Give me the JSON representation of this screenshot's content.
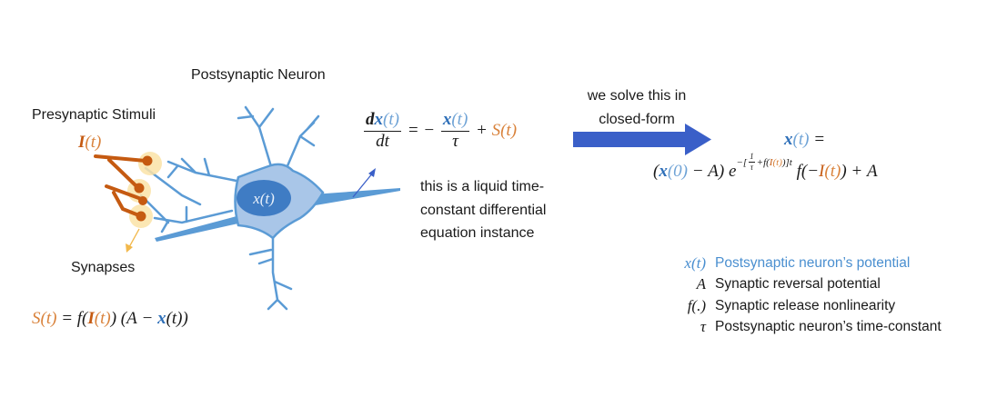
{
  "colors": {
    "blue": "#2e6fb8",
    "light_blue": "#6fa3d6",
    "orange": "#d9823b",
    "dark_orange": "#c55a11",
    "neuron": "#5b9bd5",
    "neuron_fill": "#a9c6e8",
    "nucleus": "#3f7cc4",
    "arrow": "#3a5fc8",
    "synapse": "#fbe3a8"
  },
  "labels": {
    "postsynaptic_neuron": "Postsynaptic Neuron",
    "presynaptic_stimuli": "Presynaptic Stimuli",
    "synapses": "Synapses",
    "nucleus_state": "x(t)",
    "ltc_note": [
      "this is a liquid time-",
      "constant differential",
      "equation instance"
    ],
    "solve_note": [
      "we solve this in",
      "closed-form"
    ]
  },
  "equations": {
    "input": [
      {
        "t": "I",
        "c": "dark_orange",
        "b": true
      },
      {
        "t": "(t)",
        "c": "orange"
      }
    ],
    "synapse": [
      {
        "t": "S(t)",
        "c": "orange"
      },
      {
        "t": " = f("
      },
      {
        "t": "I",
        "c": "dark_orange",
        "b": true
      },
      {
        "t": "(t)",
        "c": "orange"
      },
      {
        "t": ") (A − "
      },
      {
        "t": "x",
        "c": "blue",
        "b": true
      },
      {
        "t": "(t))"
      }
    ],
    "ode": [
      {
        "frac": {
          "num": [
            {
              "t": "d",
              "b": true
            },
            {
              "t": "x",
              "c": "blue",
              "b": true
            },
            {
              "t": "(t)",
              "c": "light_blue"
            }
          ],
          "den": [
            {
              "t": "dt"
            }
          ]
        }
      },
      {
        "t": " = − "
      },
      {
        "frac": {
          "num": [
            {
              "t": "x",
              "c": "blue",
              "b": true
            },
            {
              "t": "(t)",
              "c": "light_blue"
            }
          ],
          "den": [
            {
              "t": "τ"
            }
          ]
        }
      },
      {
        "t": " + "
      },
      {
        "t": "S(t)",
        "c": "orange"
      }
    ],
    "solution_lhs": [
      {
        "t": "x",
        "c": "blue",
        "b": true
      },
      {
        "t": "(t)",
        "c": "light_blue"
      },
      {
        "t": " ="
      }
    ],
    "solution_rhs": [
      {
        "t": "("
      },
      {
        "t": "x",
        "c": "blue",
        "b": true
      },
      {
        "t": "(0)",
        "c": "light_blue"
      },
      {
        "t": " − A) e"
      },
      {
        "sup": [
          {
            "t": "−["
          },
          {
            "frac": {
              "num": [
                {
                  "t": "1"
                }
              ],
              "den": [
                {
                  "t": "τ"
                }
              ]
            }
          },
          {
            "t": "+f("
          },
          {
            "t": "I",
            "c": "dark_orange"
          },
          {
            "t": "(t)",
            "c": "orange"
          },
          {
            "t": ")]t"
          }
        ]
      },
      {
        "t": " f(−"
      },
      {
        "t": "I",
        "c": "dark_orange"
      },
      {
        "t": "(t)",
        "c": "orange"
      },
      {
        "t": ") + A"
      }
    ]
  },
  "legend": [
    {
      "symbol": "x(t)",
      "text": "Postsynaptic neuron’s potential",
      "highlight": true
    },
    {
      "symbol": "A",
      "text": "Synaptic reversal potential"
    },
    {
      "symbol": "f(.)",
      "text": "Synaptic release nonlinearity"
    },
    {
      "symbol": "τ",
      "text": "Postsynaptic neuron’s time-constant"
    }
  ]
}
